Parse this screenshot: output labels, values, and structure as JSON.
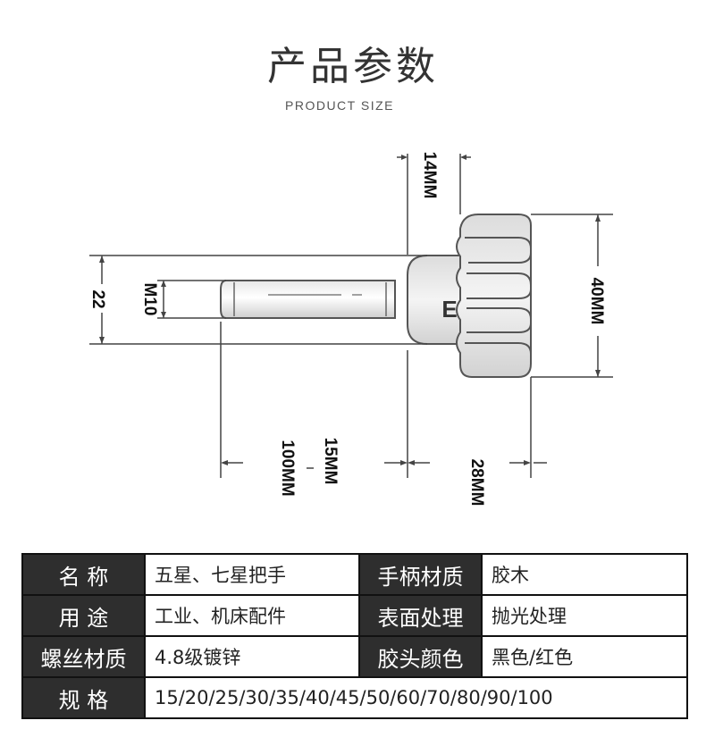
{
  "header": {
    "title": "产品参数",
    "subtitle": "PRODUCT SIZE"
  },
  "drawing": {
    "dimensions": {
      "head_length": "14MM",
      "knob_diameter": "40MM",
      "thread_label": "M10",
      "collar_diameter": "22",
      "thread_length": "100MM",
      "thread_length_short": "15MM",
      "knob_length": "28MM"
    },
    "knob_letter": "E"
  },
  "spec_table": {
    "rows": [
      {
        "label1": "名 称",
        "value1": "五星、七星把手",
        "label2": "手柄材质",
        "value2": "胶木"
      },
      {
        "label1": "用 途",
        "value1": "工业、机床配件",
        "label2": "表面处理",
        "value2": "抛光处理"
      },
      {
        "label1": "螺丝材质",
        "value1": "4.8级镀锌",
        "label2": "胶头颜色",
        "value2": "黑色/红色"
      },
      {
        "label1": "规 格",
        "value1": "15/20/25/30/35/40/45/50/60/70/80/90/100"
      }
    ]
  }
}
